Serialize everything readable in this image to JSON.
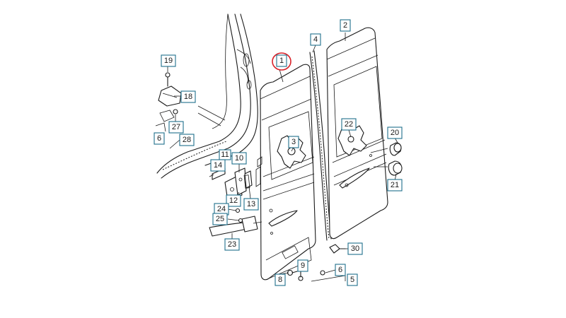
{
  "diagram": {
    "highlight_color": "#d9222a",
    "callout_border_color": "#1f6f8b",
    "callouts": [
      {
        "id": "c1",
        "label": "1",
        "highlight": true
      },
      {
        "id": "c2",
        "label": "2"
      },
      {
        "id": "c3",
        "label": "3"
      },
      {
        "id": "c4",
        "label": "4"
      },
      {
        "id": "c5",
        "label": "5"
      },
      {
        "id": "c6",
        "label": "6"
      },
      {
        "id": "c6b",
        "label": "6"
      },
      {
        "id": "c8",
        "label": "8"
      },
      {
        "id": "c9",
        "label": "9"
      },
      {
        "id": "c10",
        "label": "10"
      },
      {
        "id": "c11",
        "label": "11"
      },
      {
        "id": "c12",
        "label": "12"
      },
      {
        "id": "c13",
        "label": "13"
      },
      {
        "id": "c14",
        "label": "14"
      },
      {
        "id": "c18",
        "label": "18"
      },
      {
        "id": "c19",
        "label": "19"
      },
      {
        "id": "c20",
        "label": "20"
      },
      {
        "id": "c21",
        "label": "21"
      },
      {
        "id": "c22",
        "label": "22"
      },
      {
        "id": "c23",
        "label": "23"
      },
      {
        "id": "c24",
        "label": "24"
      },
      {
        "id": "c25",
        "label": "25"
      },
      {
        "id": "c27",
        "label": "27"
      },
      {
        "id": "c28",
        "label": "28"
      },
      {
        "id": "c30",
        "label": "30"
      }
    ]
  }
}
